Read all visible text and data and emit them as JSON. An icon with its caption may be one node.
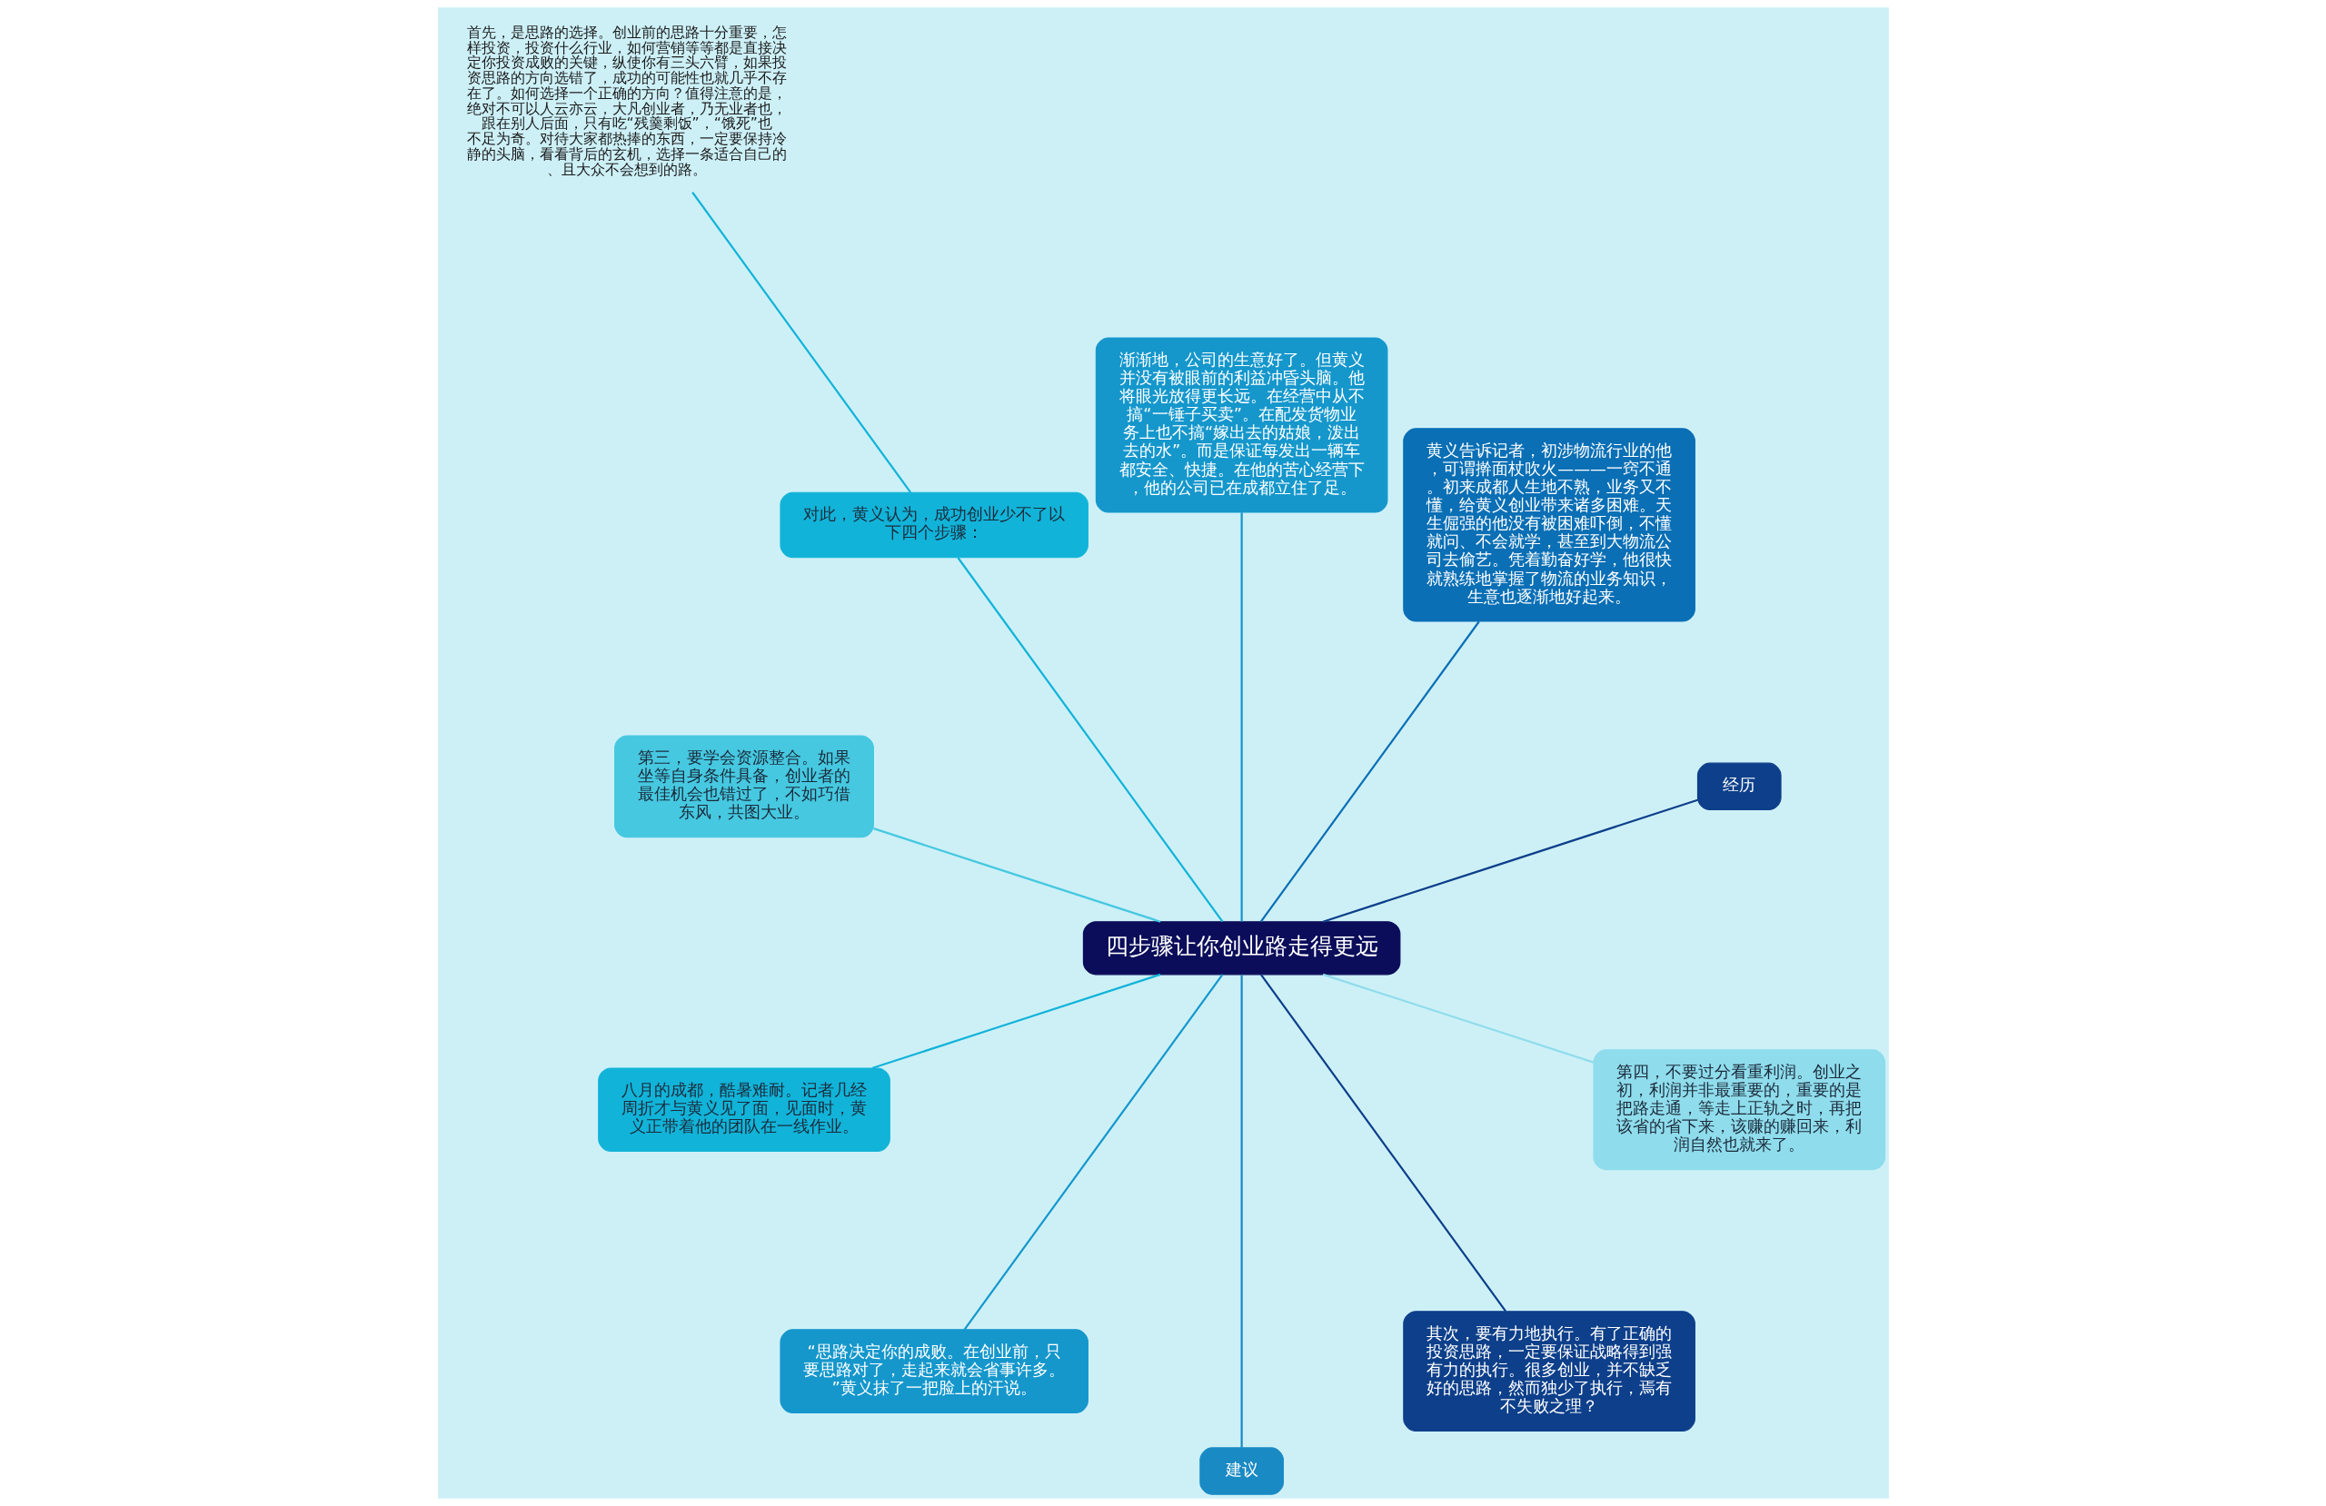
{
  "diagram": {
    "nodes": [
      {
        "text": [
          "四步骤让你创业路走得更远"
        ]
      },
      {
        "text": [
          "经历"
        ]
      },
      {
        "text": [
          "黄义告诉记者，初涉物流行业的他，可谓擀面杖吹火———一窍不通。初来成都人生地不熟，业务又不懂，给黄义创业带来诸多困难。天生倔强的他没有被困难吓倒，不懂就问、不会就学，甚至到大物流公司去偷艺。凭着勤奋好学，他很快就熟练地掌握了物流的业务知识，生意也逐渐地好起来。"
        ]
      },
      {
        "text": [
          "渐渐地，公司的生意好了。但黄义并没有被眼前的利益冲昏头脑。他将眼光放得更长远。在经营中从不搞“一锤子买卖”。在配发货物业务上也不搞“嫁出去的姑娘，泼出去的水”。而是保证每发出一辆车都安全、快捷。在他的苦心经营下，他的公司已在成都立住了足。"
        ]
      },
      {
        "text": [
          "对此，黄义认为，成功创业少不了以下四个步骤："
        ]
      },
      {
        "text": [
          "首先，是思路的选择。创业前的思路十分重要，怎样投资，投资什么行业，如何营销等等都是直接决定你投资成败的关键，纵使你有三头六臂，如果投资思路的方向选错了，成功的可能性也就几乎不存在了。如何选择一个正确的方向？值得注意的是，绝对不可以人云亦云，大凡创业者，乃无业者也，跟在别人后面，只有吃“残羹剩饭”，“饿死”也不足为奇。对待大家都热捧的东西，一定要保持冷静的头脑，看看背后的玄机，选择一条适合自己的、且大众不会想到的路。"
        ]
      },
      {
        "text": [
          "第三，要学会资源整合。如果坐等自身条件具备，创业者的最佳机会也错过了，不如巧借东风，共图大业。"
        ]
      },
      {
        "text": [
          "八月的成都，酷暑难耐。记者几经周折才与黄义见了面，见面时，黄义正带着他的团队在一线作业。"
        ]
      },
      {
        "text": [
          "“思路决定你的成败。在创业前，只要思路对了，走起来就会省事许多。”黄义抹了一把脸上的汗说。"
        ]
      },
      {
        "text": [
          "建议"
        ]
      },
      {
        "text": [
          "其次，要有力地执行。有了正确的投资思路，一定要保证战略得到强有力的执行。很多创业，并不缺乏好的思路，然而独少了执行，焉有不失败之理？"
        ]
      },
      {
        "text": [
          "第四，不要过分看重利润。创业之初，利润并非最重要的，重要的是把路走通，等走上正轨之时，再把该省的省下来，该赚的赚回来，利润自然也就来了。"
        ]
      }
    ],
    "edges": [
      {
        "from": 0,
        "to": 1,
        "arrow": "none",
        "color": "#0d3f8a"
      },
      {
        "from": 0,
        "to": 2,
        "arrow": "none",
        "color": "#0a6fb5"
      },
      {
        "from": 0,
        "to": 3,
        "arrow": "none",
        "color": "#1597cc"
      },
      {
        "from": 0,
        "to": 4,
        "arrow": "none",
        "color": "#12b3d8"
      },
      {
        "from": 4,
        "to": 5,
        "arrow": "none",
        "color": "#12b3d8"
      },
      {
        "from": 0,
        "to": 6,
        "arrow": "none",
        "color": "#46c8e0"
      },
      {
        "from": 0,
        "to": 7,
        "arrow": "none",
        "color": "#12b3d8"
      },
      {
        "from": 0,
        "to": 8,
        "arrow": "none",
        "color": "#1597cc"
      },
      {
        "from": 0,
        "to": 9,
        "arrow": "none",
        "color": "#1a8ac4"
      },
      {
        "from": 0,
        "to": 10,
        "arrow": "none",
        "color": "#0d3f8a"
      },
      {
        "from": 0,
        "to": 11,
        "arrow": "none",
        "color": "#8fdcec"
      }
    ]
  }
}
